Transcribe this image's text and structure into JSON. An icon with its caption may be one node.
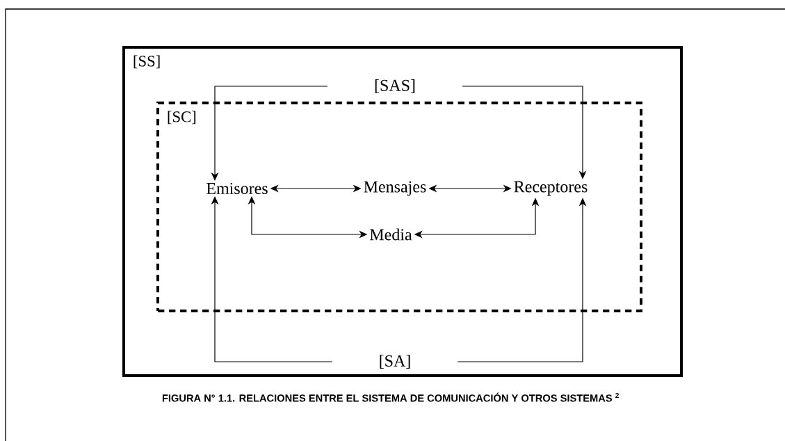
{
  "diagram": {
    "caption": "FIGURA N° 1.1. RELACIONES ENTRE EL SISTEMA DE COMUNICACIÓN Y OTROS SISTEMAS $^{2}$",
    "nodes": [
      {
        "text": [
          "[SS]"
        ]
      },
      {
        "text": [
          "[SC]"
        ],
        "in": 0
      },
      {
        "text": [
          "Emisores"
        ],
        "in": 1
      },
      {
        "text": [
          "Mensajes"
        ],
        "in": 1
      },
      {
        "text": [
          "Receptores"
        ],
        "in": 1
      },
      {
        "text": [
          "Media"
        ],
        "in": 1
      },
      {
        "text": [
          "[SAS]"
        ],
        "in": 0
      },
      {
        "text": [
          "[SA]"
        ],
        "in": 0
      }
    ],
    "edges": [
      {
        "from": 2,
        "to": 3,
        "arrow": "both"
      },
      {
        "from": 3,
        "to": 4,
        "arrow": "both"
      },
      {
        "from": 2,
        "to": 5,
        "arrow": "both"
      },
      {
        "from": 4,
        "to": 5,
        "arrow": "both"
      },
      {
        "from": 6,
        "to": 2,
        "arrow": "to"
      },
      {
        "from": 6,
        "to": 4,
        "arrow": "to"
      },
      {
        "from": 7,
        "to": 2,
        "arrow": "to"
      },
      {
        "from": 7,
        "to": 4,
        "arrow": "to"
      }
    ]
  }
}
